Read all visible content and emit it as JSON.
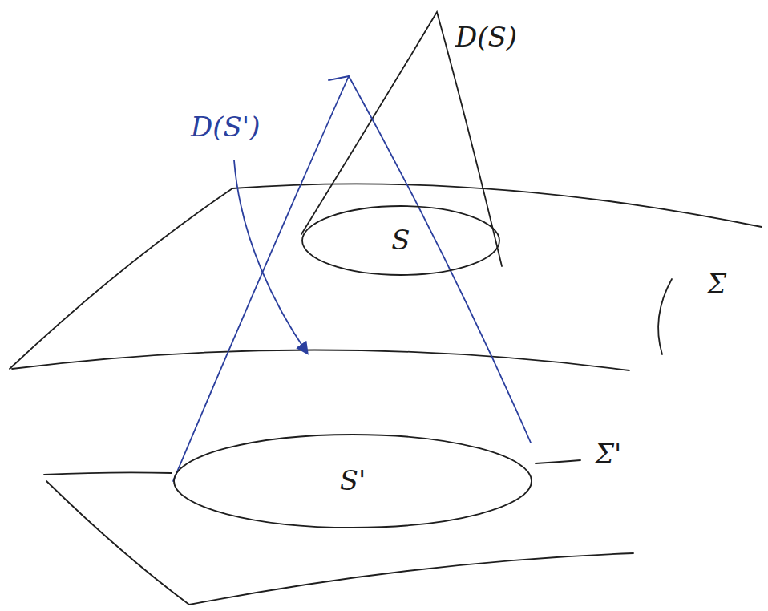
{
  "diagram": {
    "nodes": [
      {
        "text": [
          "S"
        ]
      },
      {
        "text": [
          "S'"
        ]
      }
    ],
    "labels": [
      "D(S')",
      "D(S)",
      "Σ",
      "Σ'"
    ]
  }
}
